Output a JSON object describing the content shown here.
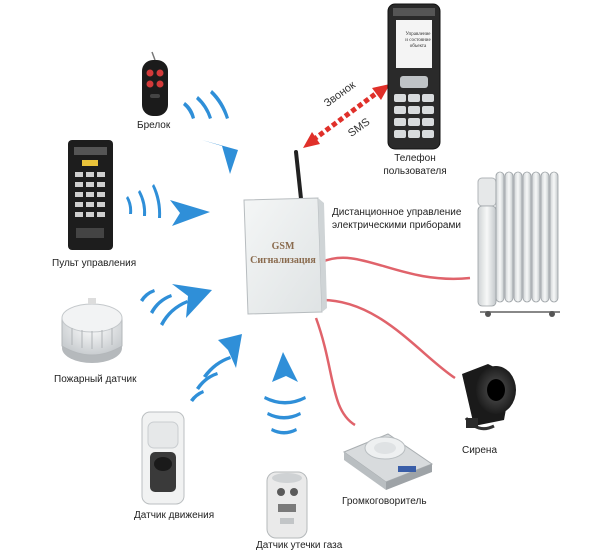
{
  "hub": {
    "line1": "GSM",
    "line2": "Сигнализация"
  },
  "phone": {
    "screen_lines": [
      "Управление",
      "и состояние",
      "объекта"
    ],
    "label_line1": "Телефон",
    "label_line2": "пользователя"
  },
  "link": {
    "call": "Звонок",
    "sms": "SMS"
  },
  "devices": {
    "keyfob": "Брелок",
    "control_panel": "Пульт управления",
    "fire_sensor": "Пожарный датчик",
    "motion_sensor": "Датчик движения",
    "gas_sensor": "Датчик утечки газа",
    "speaker": "Громкоговоритель",
    "siren": "Сирена"
  },
  "remote_control": {
    "line1": "Дистанционное управление",
    "line2": "электрическими приборами"
  },
  "colors": {
    "signal_blue": "#2f8fd8",
    "wire_red": "#e0636b",
    "arrow_red": "#e0302a",
    "hub_fill": "#eef0f0"
  }
}
